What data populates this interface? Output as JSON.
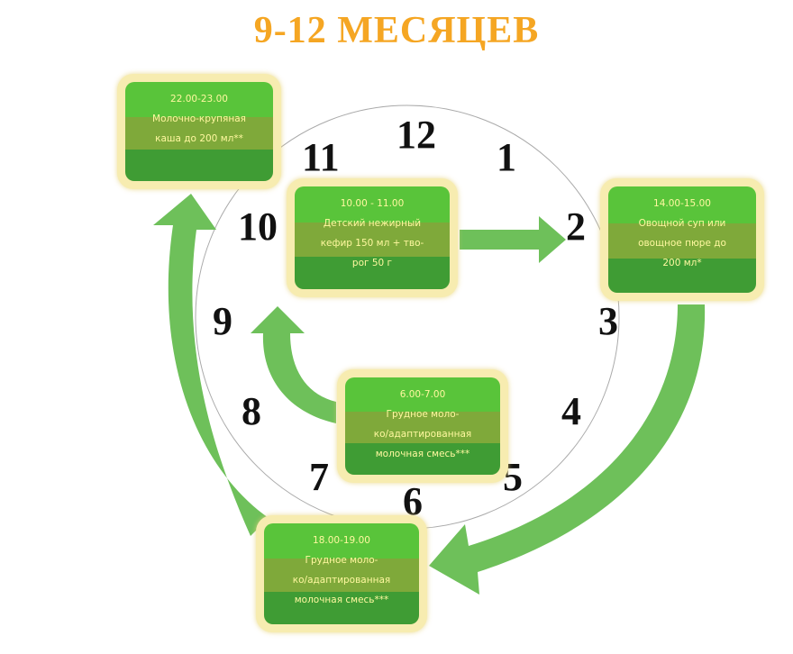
{
  "title": "9-12 МЕСЯЦЕВ",
  "colors": {
    "title": "#f5a623",
    "arrow": "#6ec05a",
    "card_top": "#59c43a",
    "card_mid": "#7fa93a",
    "card_bottom": "#3f9c34",
    "card_border": "#f7ecb0",
    "card_text": "#fff8a0",
    "clock_circle": "#aaaaaa"
  },
  "clock_numbers": [
    "12",
    "1",
    "2",
    "3",
    "4",
    "5",
    "6",
    "7",
    "8",
    "9",
    "10",
    "11"
  ],
  "cards": {
    "morning": {
      "time": "6.00-7.00",
      "lines": [
        "Грудное моло-",
        "ко/адаптированная",
        "молочная смесь***"
      ]
    },
    "late_morning": {
      "time": "10.00 - 11.00",
      "lines": [
        "Детский нежирный",
        "кефир 150 мл + тво-",
        "рог 50 г"
      ]
    },
    "afternoon": {
      "time": "14.00-15.00",
      "lines": [
        "Овощной суп или",
        "овощное пюре до",
        "200 мл*"
      ]
    },
    "evening": {
      "time": "18.00-19.00",
      "lines": [
        "Грудное моло-",
        "ко/адаптированная",
        "молочная смесь***"
      ]
    },
    "night": {
      "time": "22.00-23.00",
      "lines": [
        "Молочно-крупяная",
        "каша до 200 мл**"
      ]
    }
  }
}
